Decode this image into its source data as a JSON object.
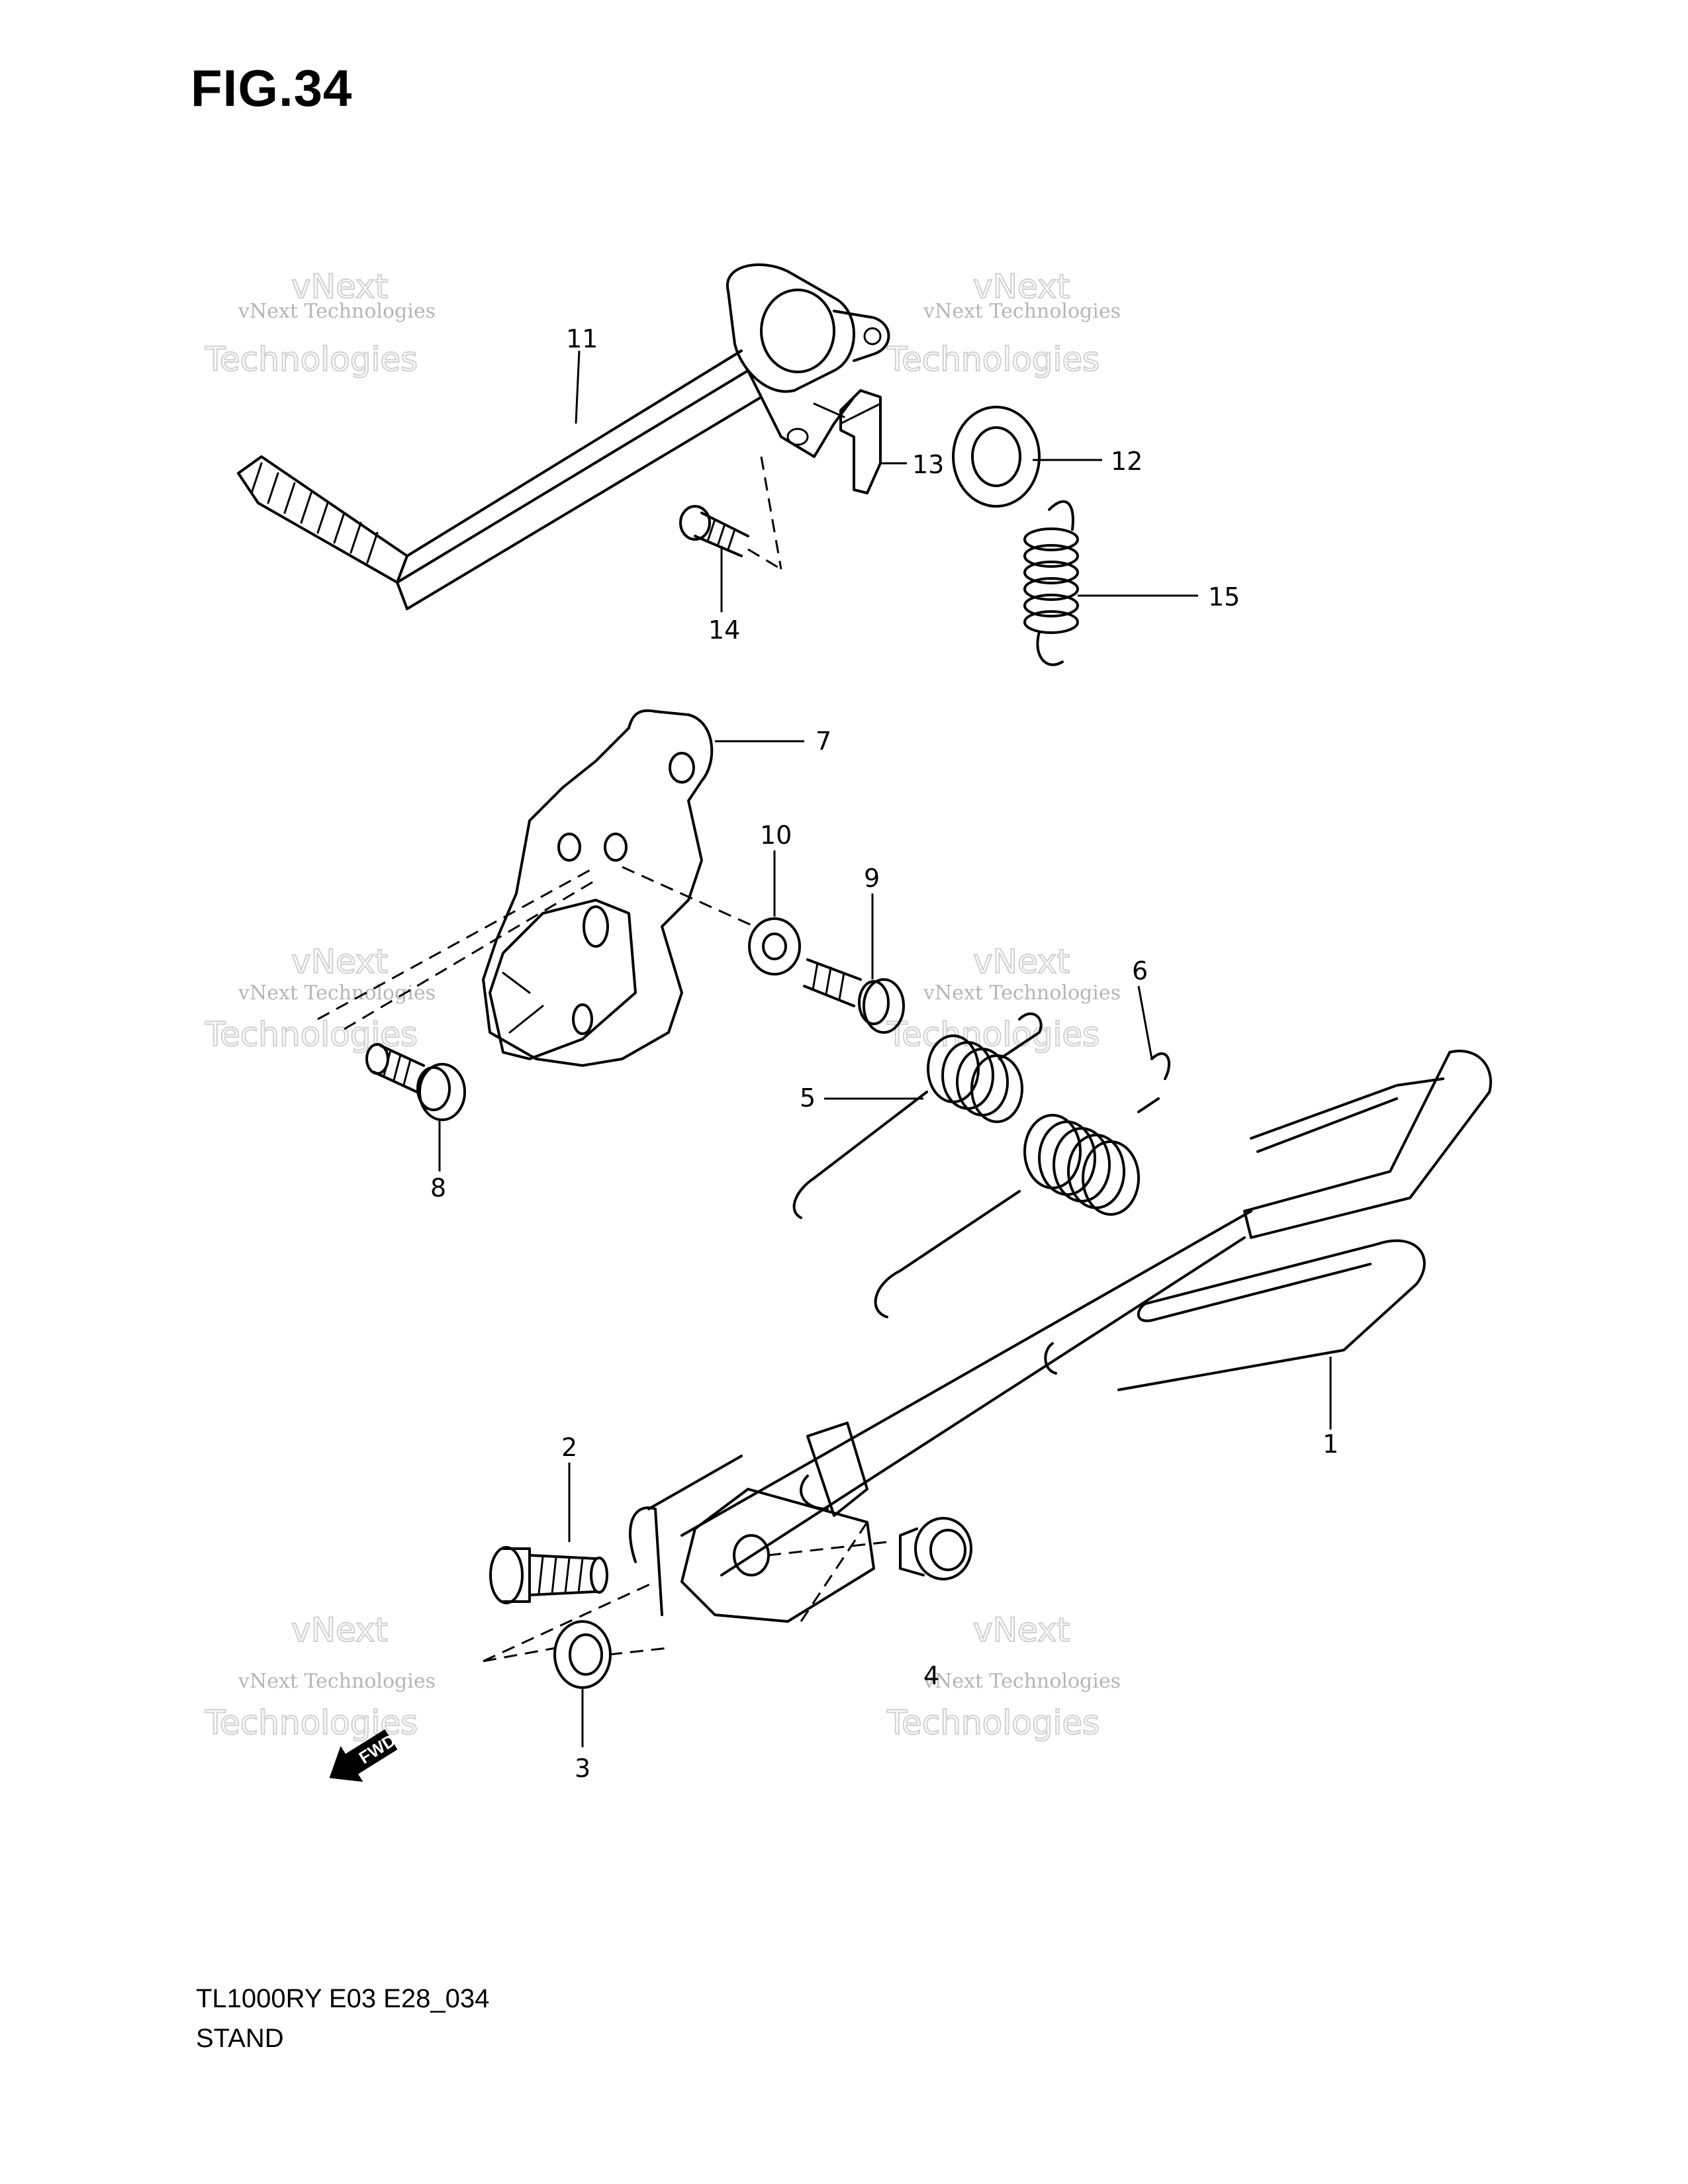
{
  "figure": {
    "title": "FIG.34",
    "model_code": "TL1000RY E03 E28_034",
    "section_name": "STAND"
  },
  "watermark": {
    "line1": "vNext Technologies",
    "line2": "Technologies",
    "line3": "vNext"
  },
  "fwd_label": "FWD",
  "callouts": [
    "1",
    "2",
    "3",
    "4",
    "5",
    "6",
    "7",
    "8",
    "9",
    "10",
    "11",
    "12",
    "13",
    "14",
    "15"
  ]
}
